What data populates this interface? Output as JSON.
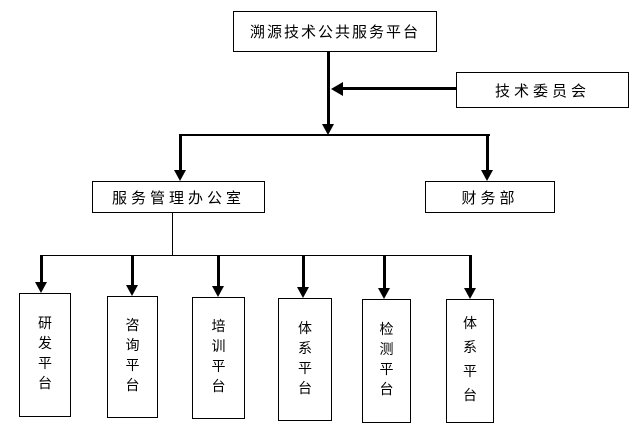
{
  "diagram": {
    "type": "org-chart",
    "root": {
      "label": "溯源技术公共服务平台"
    },
    "tech_committee": {
      "label": "技术委员会"
    },
    "service_office": {
      "label": "服务管理办公室"
    },
    "finance_dept": {
      "label": "财务部"
    },
    "platforms": [
      {
        "label": "研发平台"
      },
      {
        "label": "咨询平台"
      },
      {
        "label": "培训平台"
      },
      {
        "label": "体系平台"
      },
      {
        "label": "检测平台"
      },
      {
        "label": "体系平台"
      }
    ],
    "colors": {
      "background": "#ffffff",
      "line": "#000000",
      "text": "#000000"
    }
  }
}
